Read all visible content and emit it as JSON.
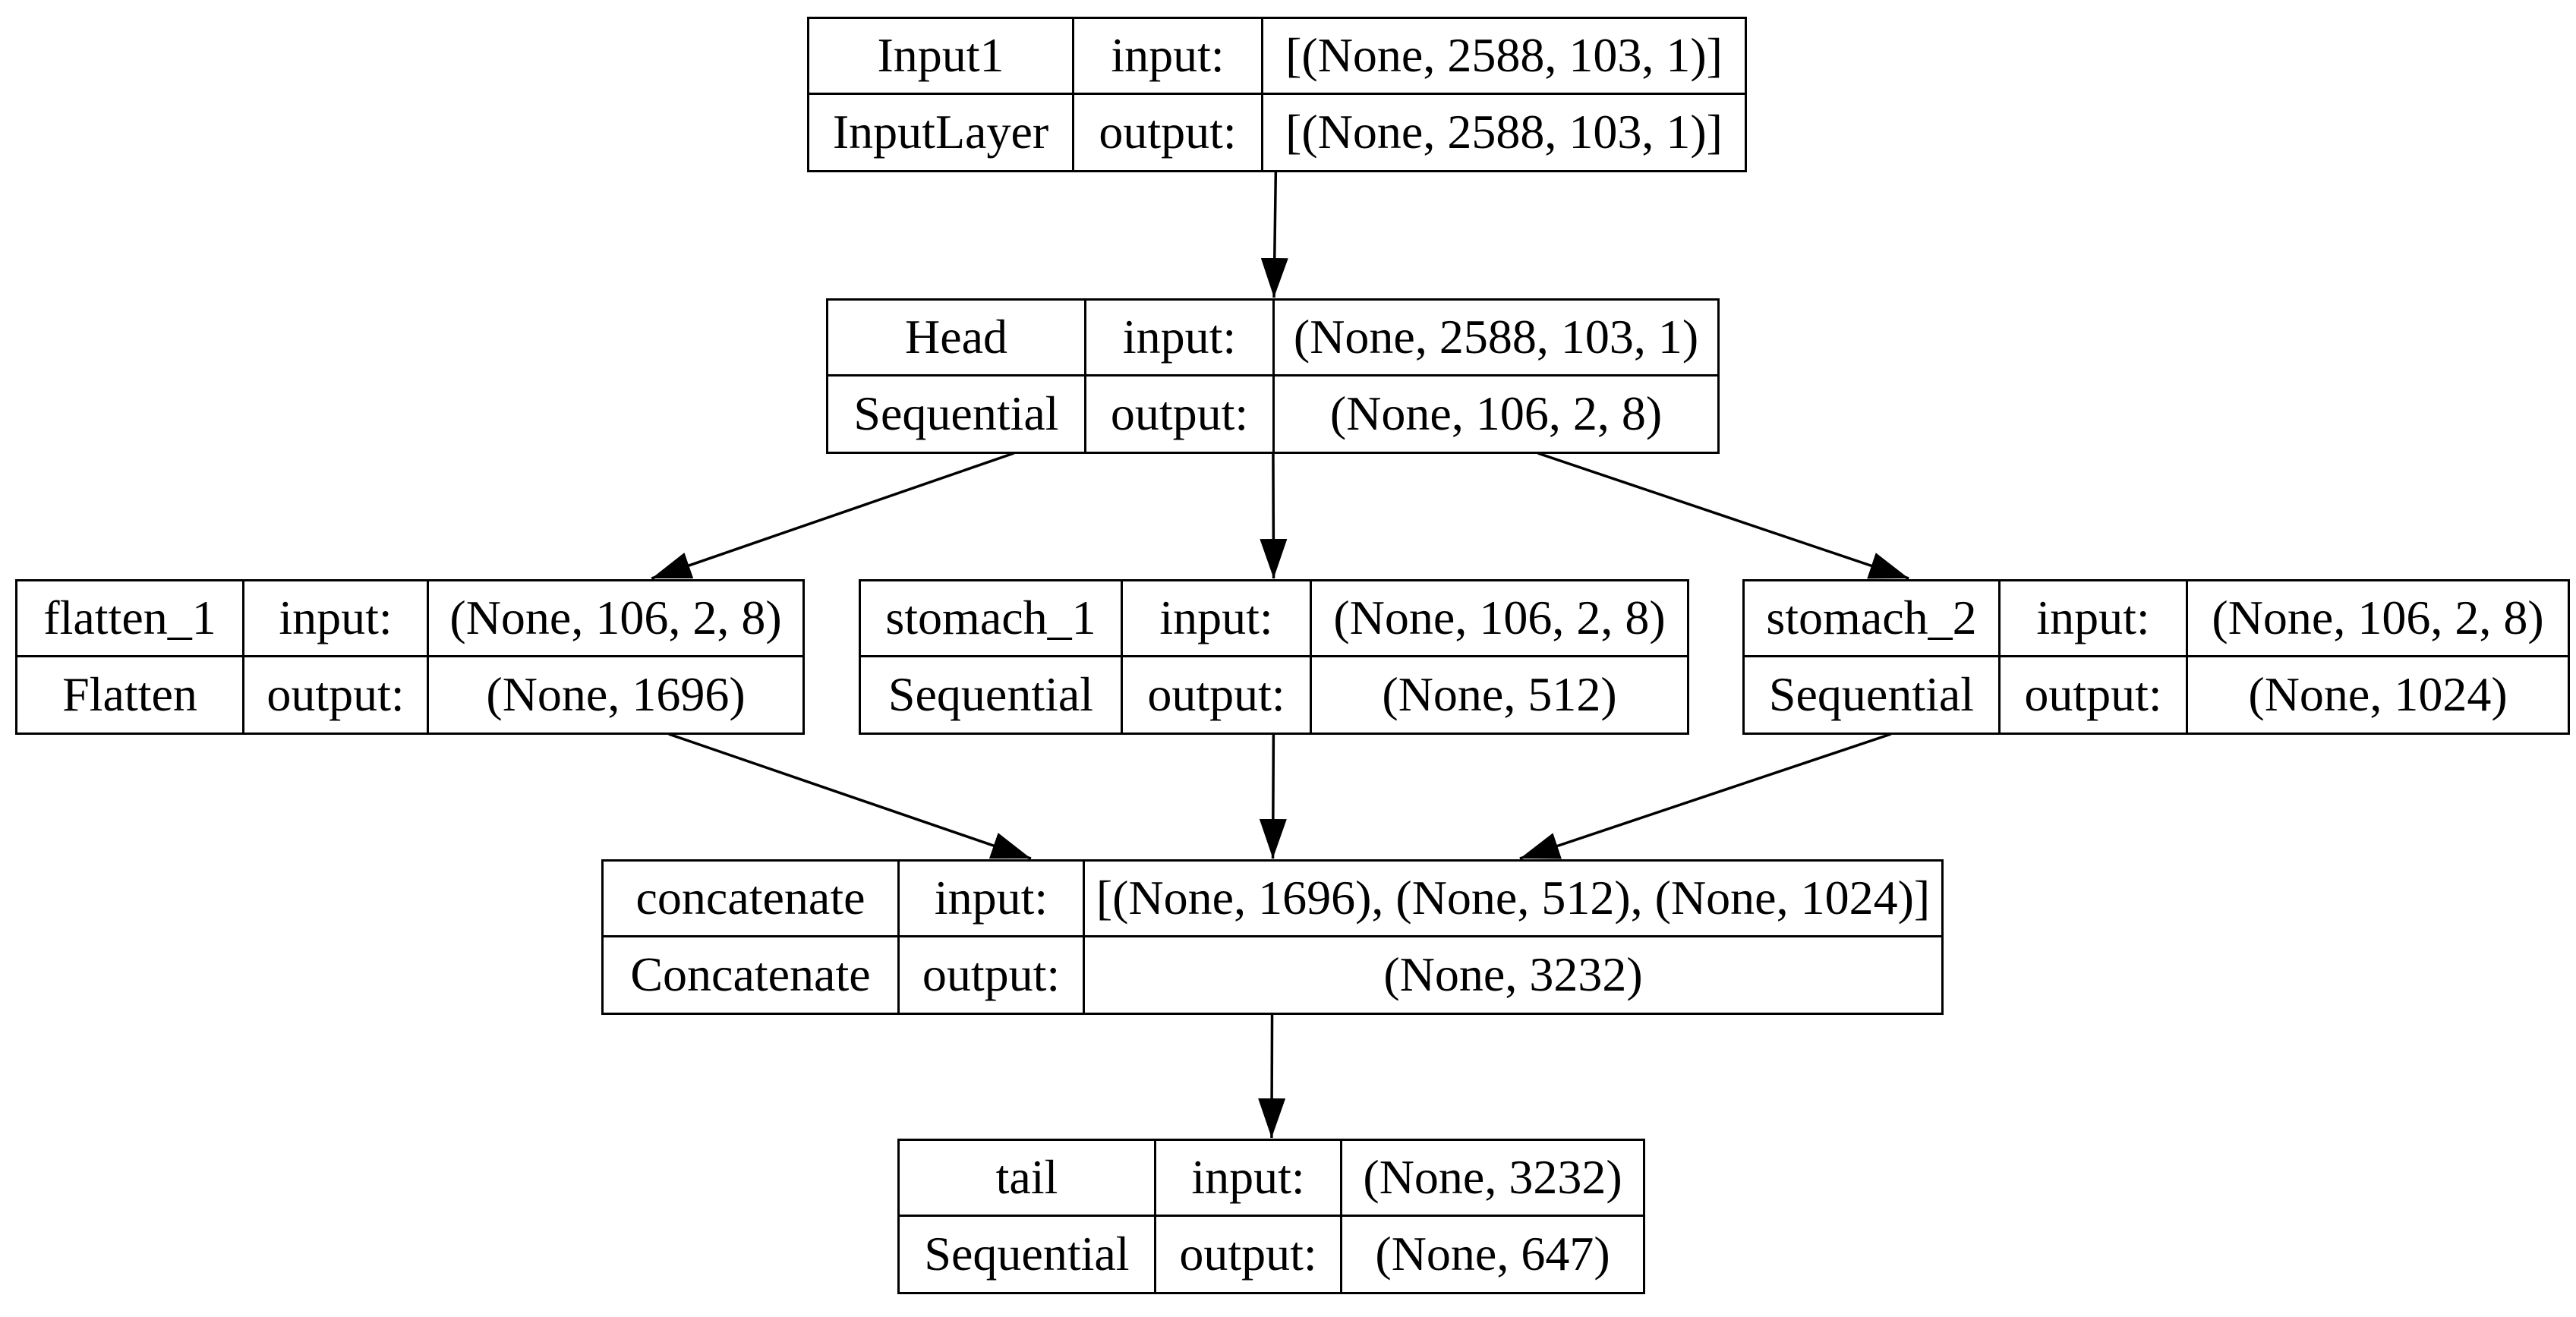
{
  "diagram": {
    "kind": "keras-model-plot",
    "background_color": "#ffffff",
    "line_color": "#000000",
    "text_color": "#000000",
    "io_labels": {
      "input": "input:",
      "output": "output:"
    },
    "nodes": [
      {
        "id": "input1",
        "name": "Input1",
        "type": "InputLayer",
        "input_shape": "[(None, 2588, 103, 1)]",
        "output_shape": "[(None, 2588, 103, 1)]"
      },
      {
        "id": "head",
        "name": "Head",
        "type": "Sequential",
        "input_shape": "(None, 2588, 103, 1)",
        "output_shape": "(None, 106, 2, 8)"
      },
      {
        "id": "flatten_1",
        "name": "flatten_1",
        "type": "Flatten",
        "input_shape": "(None, 106, 2, 8)",
        "output_shape": "(None, 1696)"
      },
      {
        "id": "stomach_1",
        "name": "stomach_1",
        "type": "Sequential",
        "input_shape": "(None, 106, 2, 8)",
        "output_shape": "(None, 512)"
      },
      {
        "id": "stomach_2",
        "name": "stomach_2",
        "type": "Sequential",
        "input_shape": "(None, 106, 2, 8)",
        "output_shape": "(None, 1024)"
      },
      {
        "id": "concatenate",
        "name": "concatenate",
        "type": "Concatenate",
        "input_shape": "[(None, 1696), (None, 512), (None, 1024)]",
        "output_shape": "(None, 3232)"
      },
      {
        "id": "tail",
        "name": "tail",
        "type": "Sequential",
        "input_shape": "(None, 3232)",
        "output_shape": "(None, 647)"
      }
    ],
    "edges": [
      {
        "from": "input1",
        "to": "head"
      },
      {
        "from": "head",
        "to": "flatten_1"
      },
      {
        "from": "head",
        "to": "stomach_1"
      },
      {
        "from": "head",
        "to": "stomach_2"
      },
      {
        "from": "flatten_1",
        "to": "concatenate"
      },
      {
        "from": "stomach_1",
        "to": "concatenate"
      },
      {
        "from": "stomach_2",
        "to": "concatenate"
      },
      {
        "from": "concatenate",
        "to": "tail"
      }
    ]
  }
}
